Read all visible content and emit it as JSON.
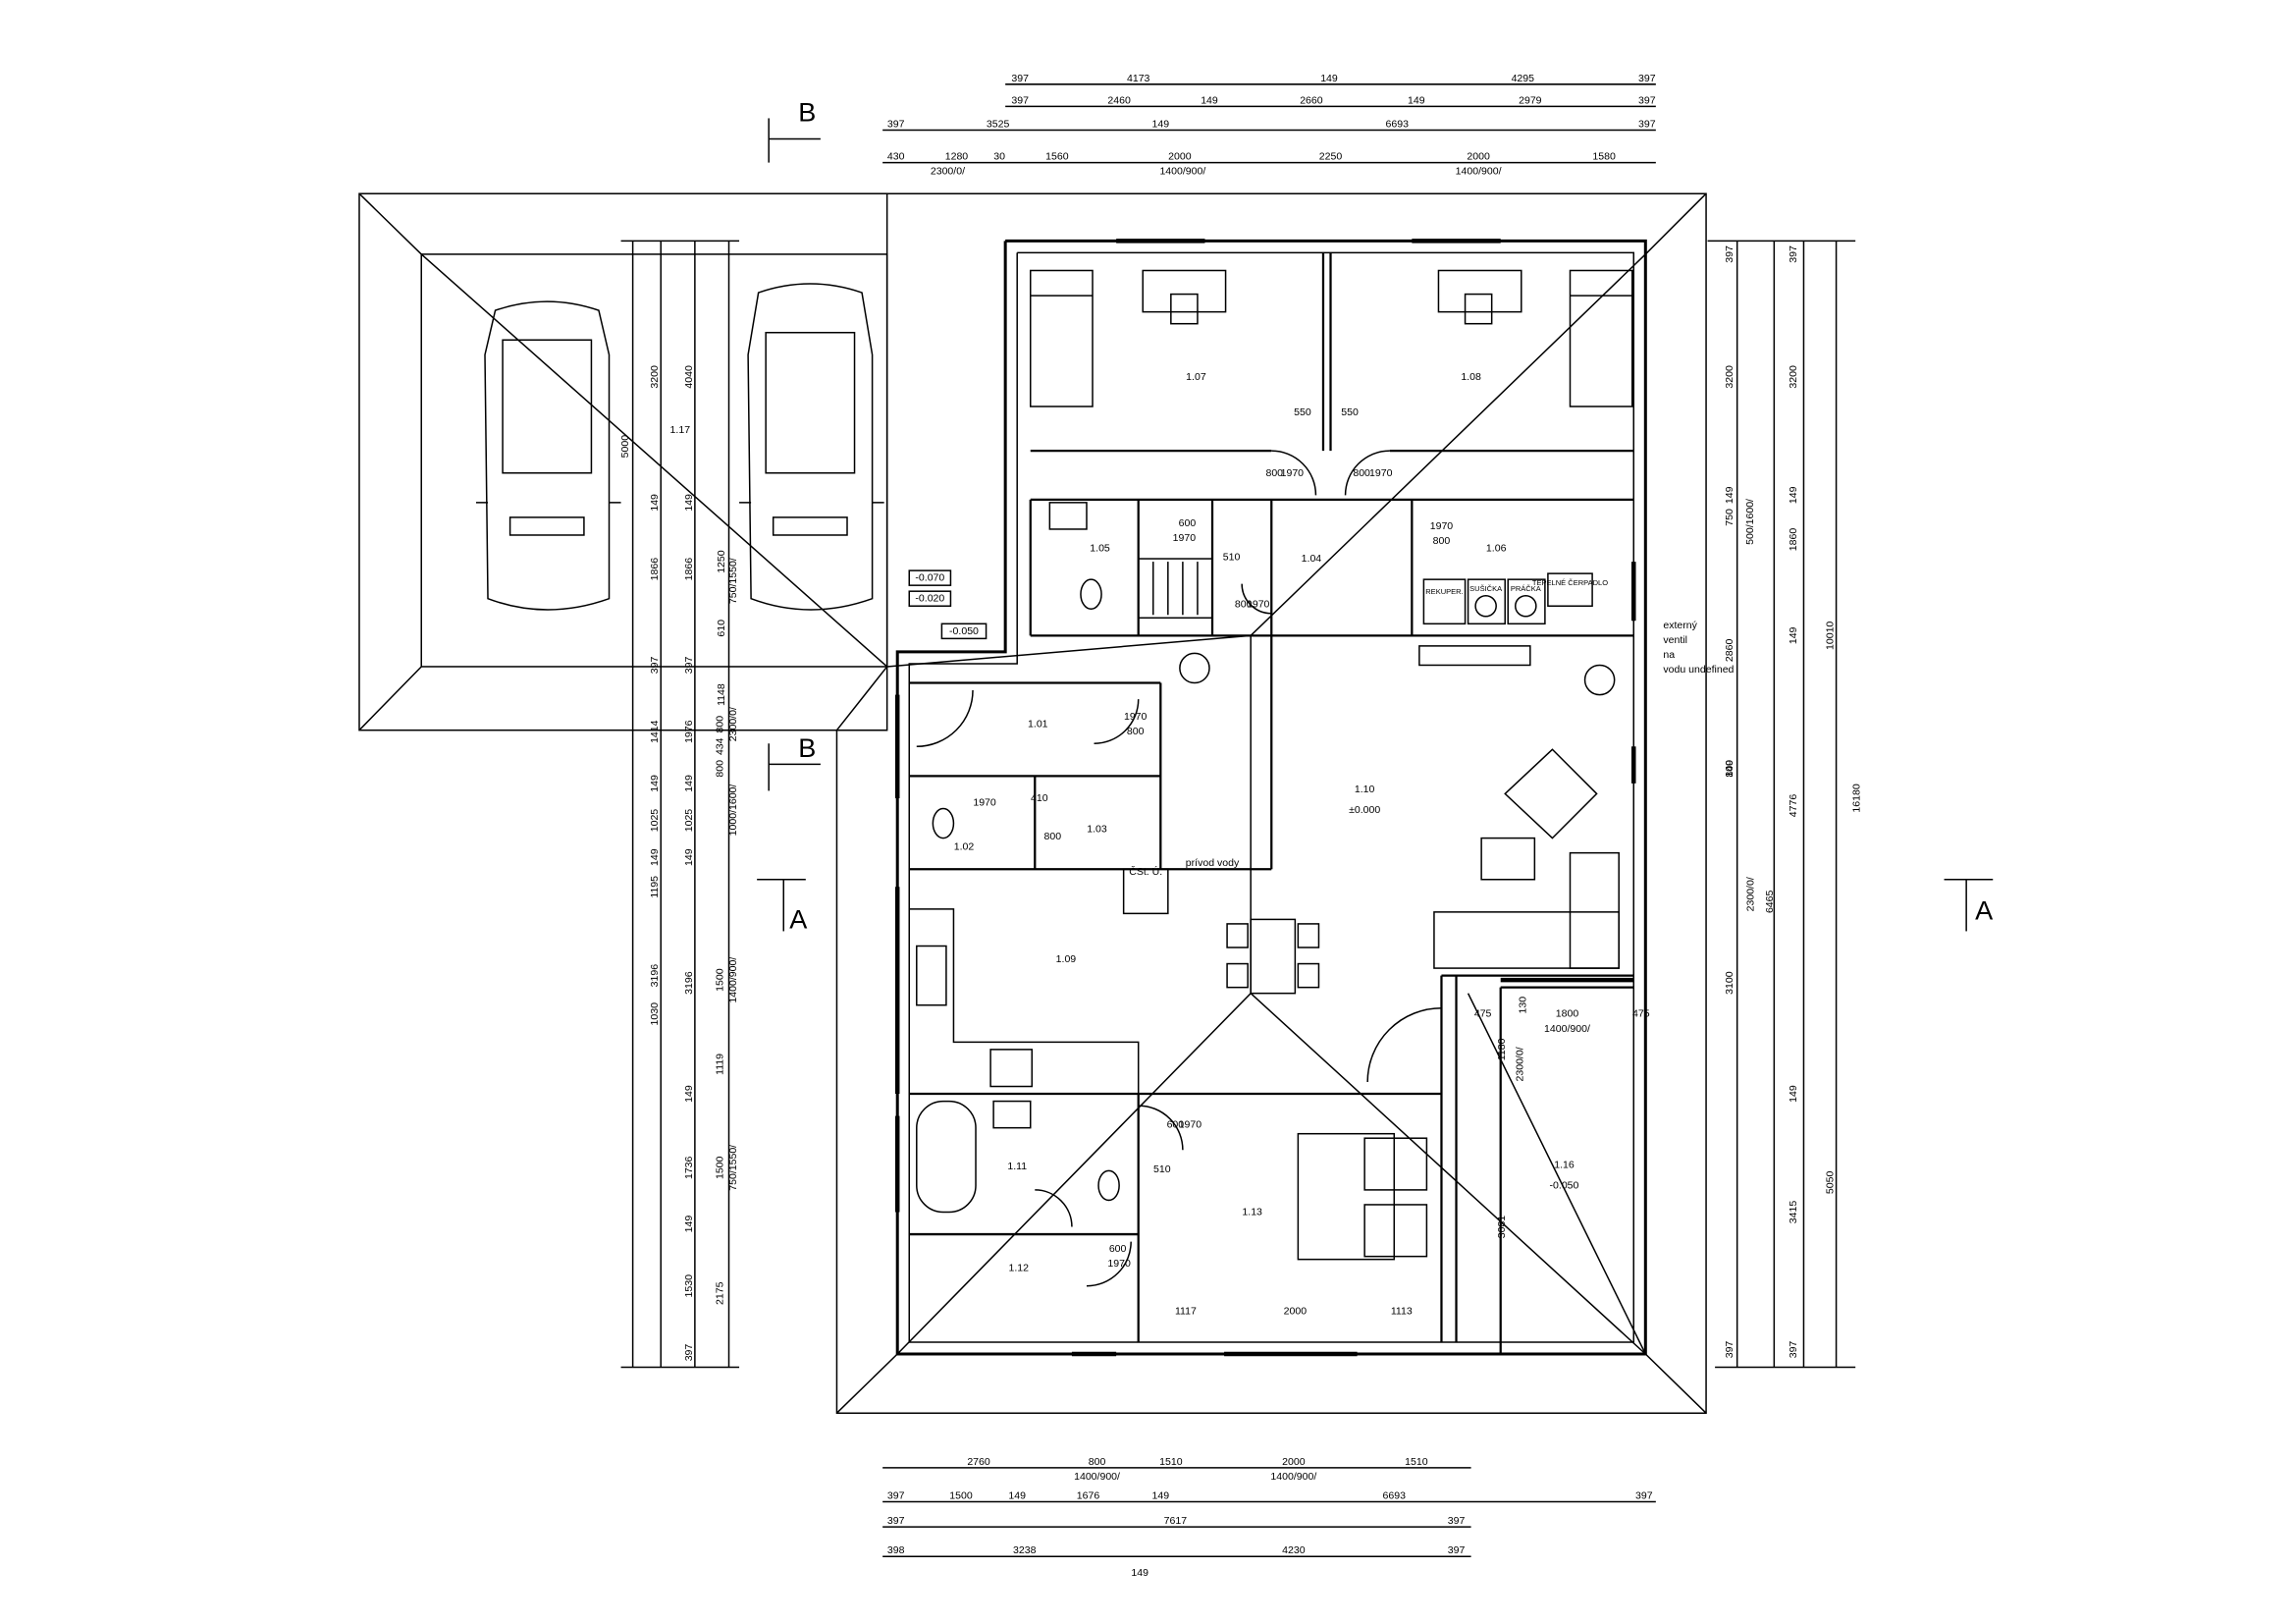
{
  "title": "",
  "dims": {
    "top": [
      [
        "397",
        "4173",
        "149",
        "4295",
        "397"
      ],
      [
        "397",
        "2460",
        "149",
        "2660",
        "149",
        "2979",
        "397"
      ],
      [
        "397",
        "3525",
        "149",
        "6693",
        "397"
      ],
      [
        "430",
        "1280",
        "30",
        "1560",
        "2000",
        "2250",
        "2000",
        "1580"
      ]
    ],
    "top_win": [
      "2300/0/",
      "1400/900/",
      "1400/900/"
    ],
    "bottom": [
      [
        "2760",
        "800",
        "1510",
        "2000",
        "1510"
      ],
      [
        "397",
        "1500",
        "149",
        "1676",
        "149",
        "6693",
        "397"
      ],
      [
        "397",
        "7617",
        "397"
      ],
      [
        "398",
        "3238",
        "4230",
        "397"
      ],
      [
        "149"
      ]
    ],
    "bottom_win": [
      "1400/900/",
      "1400/900/"
    ],
    "left_a": [
      "1030",
      "3196",
      "1195",
      "149",
      "1025",
      "149",
      "1414",
      "397",
      "1866",
      "149",
      "3200"
    ],
    "left_b": [
      "397",
      "1530",
      "149",
      "1736",
      "149",
      "3196",
      "149",
      "1025",
      "149",
      "1976",
      "397",
      "1866",
      "149",
      "4040",
      "1250",
      "610",
      "1148"
    ],
    "left_c": [
      "1000/1600/",
      "800",
      "434",
      "800",
      "2300/0/",
      "1400/900/",
      "1500",
      "1119",
      "1500",
      "750/1550/",
      "2175",
      "750/1550/",
      "5000",
      "1.17"
    ],
    "right_a": [
      "397",
      "3200",
      "149",
      "750",
      "500/1600/",
      "2860",
      "149",
      "800",
      "2300/0/",
      "3100",
      "397"
    ],
    "right_b": [
      "397",
      "3200",
      "149",
      "1860",
      "149",
      "4776",
      "6465",
      "149",
      "3415",
      "397"
    ],
    "right_c": [
      "10010",
      "16180",
      "5050"
    ]
  },
  "rooms": [
    {
      "id": "1.07",
      "label": "1.07"
    },
    {
      "id": "1.08",
      "label": "1.08"
    },
    {
      "id": "1.05",
      "label": "1.05"
    },
    {
      "id": "1.04",
      "label": "1.04"
    },
    {
      "id": "1.06",
      "label": "1.06"
    },
    {
      "id": "1.01",
      "label": "1.01"
    },
    {
      "id": "1.02",
      "label": "1.02"
    },
    {
      "id": "1.03",
      "label": "1.03"
    },
    {
      "id": "1.09",
      "label": "1.09"
    },
    {
      "id": "1.10",
      "label": "1.10",
      "level": "±0.000"
    },
    {
      "id": "1.11",
      "label": "1.11"
    },
    {
      "id": "1.12",
      "label": "1.12"
    },
    {
      "id": "1.13",
      "label": "1.13"
    },
    {
      "id": "1.16",
      "label": "1.16",
      "level": "-0.050"
    },
    {
      "id": "1.17",
      "label": "1.17"
    }
  ],
  "levels": [
    "-0.070",
    "-0.020",
    "-0.050"
  ],
  "doors": [
    "550",
    "550",
    "800",
    "800",
    "1970",
    "1970",
    "600",
    "1970",
    "510",
    "800",
    "1970",
    "1970",
    "800",
    "1970",
    "800",
    "1970",
    "410",
    "510",
    "600",
    "1970",
    "600",
    "1970",
    "800"
  ],
  "notes": {
    "supply": "prívod vody",
    "valve": "externý ventil na vodu",
    "utility_labels": [
      "REKUPER.",
      "SUŠIČKA",
      "PRÁČKA",
      "TEPELNÉ ČERPADLO"
    ],
    "section_a": "A",
    "section_b": "B",
    "entrance_dims": [
      "475",
      "1800",
      "475",
      "130",
      "1400/900/",
      "1180",
      "2300/0/",
      "3081"
    ],
    "bottom_room_dims": [
      "1117",
      "2000",
      "1113"
    ],
    "ssp": "ČSt. Ú."
  }
}
